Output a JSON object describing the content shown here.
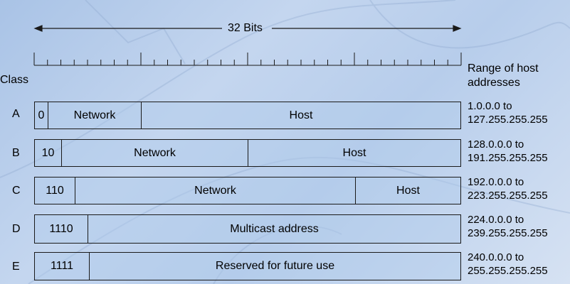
{
  "header": {
    "bits_label": "32 Bits",
    "class_label": "Class",
    "range_label_line1": "Range of host",
    "range_label_line2": "addresses"
  },
  "rows": [
    {
      "class": "A",
      "fields": [
        "0",
        "Network",
        "Host"
      ],
      "range_line1": "1.0.0.0 to",
      "range_line2": "127.255.255.255"
    },
    {
      "class": "B",
      "fields": [
        "10",
        "Network",
        "Host"
      ],
      "range_line1": "128.0.0.0 to",
      "range_line2": "191.255.255.255"
    },
    {
      "class": "C",
      "fields": [
        "110",
        "Network",
        "Host"
      ],
      "range_line1": "192.0.0.0 to",
      "range_line2": "223.255.255.255"
    },
    {
      "class": "D",
      "fields": [
        "1110",
        "Multicast address"
      ],
      "range_line1": "224.0.0.0 to",
      "range_line2": "239.255.255.255"
    },
    {
      "class": "E",
      "fields": [
        "1111",
        "Reserved for future use"
      ],
      "range_line1": "240.0.0.0 to",
      "range_line2": "255.255.255.255"
    }
  ],
  "colors": {
    "background": "#b7cdeb",
    "line": "#1a1a1a"
  }
}
